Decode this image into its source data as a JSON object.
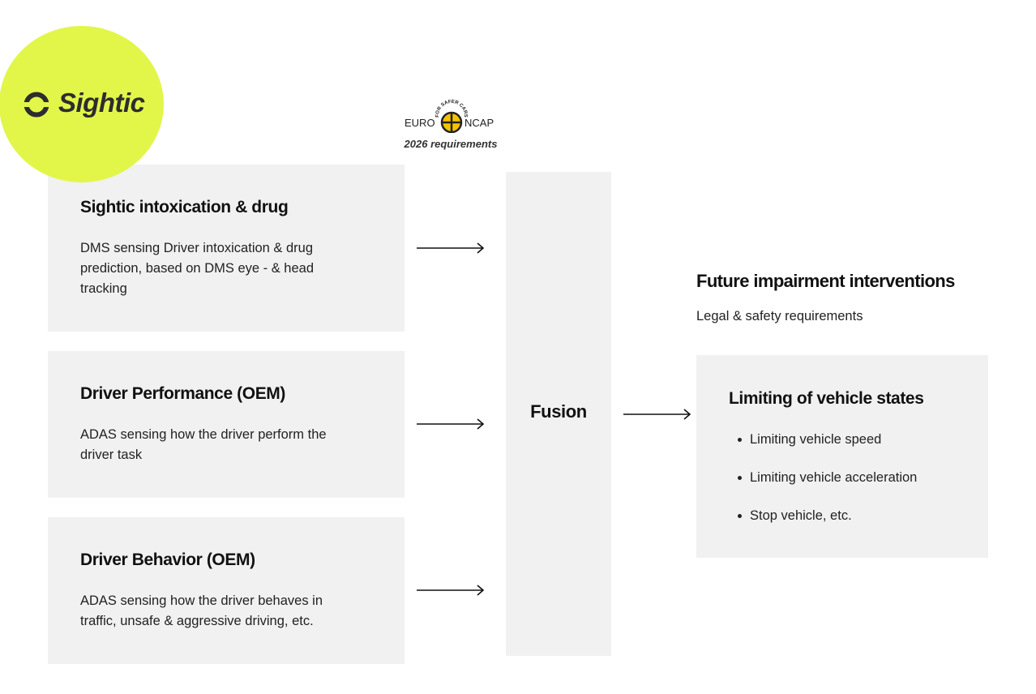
{
  "brand": {
    "name": "Sightic",
    "accent": "#e2f64a"
  },
  "euro_ncap": {
    "left_text": "EURO",
    "right_text": "NCAP",
    "arc_text": "FOR SAFER CARS",
    "subtitle": "2026 requirements",
    "emblem_color": "#f5c300"
  },
  "inputs": [
    {
      "title": "Sightic intoxication & drug",
      "description": "DMS sensing Driver intoxication & drug prediction, based on DMS eye - & head tracking"
    },
    {
      "title": "Driver Performance (OEM)",
      "description": "ADAS sensing how the driver perform the driver task"
    },
    {
      "title": "Driver Behavior (OEM)",
      "description": "ADAS sensing how the driver behaves in traffic, unsafe & aggressive driving, etc."
    }
  ],
  "fusion": {
    "label": "Fusion"
  },
  "future": {
    "title": "Future impairment interventions",
    "subtitle": "Legal & safety requirements"
  },
  "limits": {
    "title": "Limiting of vehicle states",
    "items": [
      "Limiting vehicle speed",
      "Limiting vehicle acceleration",
      "Stop vehicle, etc."
    ]
  },
  "icons": [
    "sightic-logo-icon",
    "arrow-right-icon",
    "bullet-icon"
  ],
  "colors": {
    "box_background": "#f1f1f1",
    "text": "#111111"
  }
}
